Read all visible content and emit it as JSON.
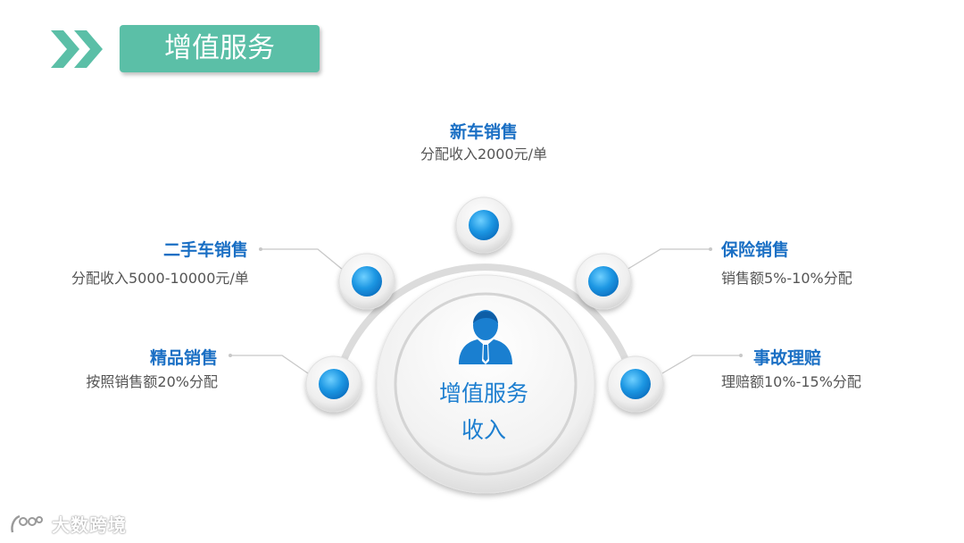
{
  "slide": {
    "title": "增值服务"
  },
  "center": {
    "line1": "增值服务",
    "line2": "收入",
    "icon": "person-icon"
  },
  "nodes": [
    {
      "id": "new-car",
      "title": "新车销售",
      "desc": "分配收入2000元/单"
    },
    {
      "id": "used-car",
      "title": "二手车销售",
      "desc": "分配收入5000-10000元/单"
    },
    {
      "id": "insurance",
      "title": "保险销售",
      "desc": "销售额5%-10%分配"
    },
    {
      "id": "boutique",
      "title": "精品销售",
      "desc": "按照销售额20%分配"
    },
    {
      "id": "claims",
      "title": "事故理赔",
      "desc": "理赔额10%-15%分配"
    }
  ],
  "watermark": {
    "text": "大数跨境"
  },
  "colors": {
    "accent": "#5bbfa7",
    "heading_blue": "#1a6fc4",
    "dot_blue": "#1e90dc",
    "text_gray": "#555555"
  }
}
